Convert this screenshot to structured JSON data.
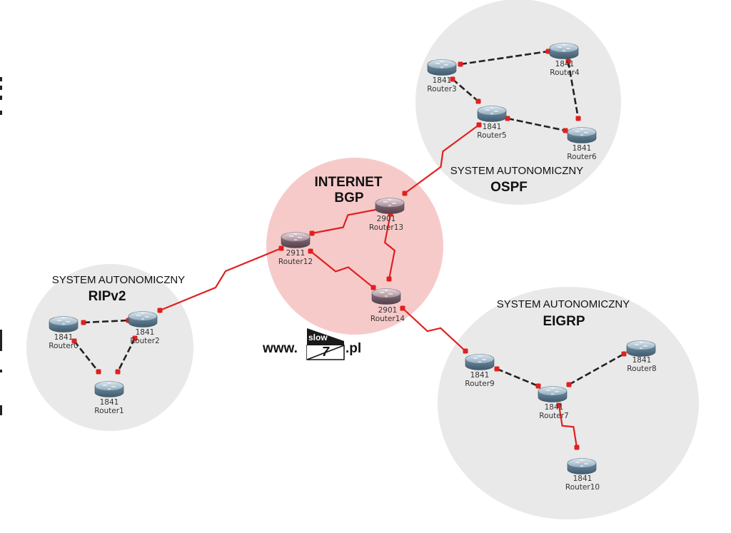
{
  "zones": {
    "ospf": {
      "title": "SYSTEM AUTONOMICZNY",
      "protocol": "OSPF"
    },
    "rip": {
      "title": "SYSTEM AUTONOMICZNY",
      "protocol": "RIPv2"
    },
    "eigrp": {
      "title": "SYSTEM AUTONOMICZNY",
      "protocol": "EIGRP"
    },
    "internet": {
      "title": "INTERNET",
      "protocol": "BGP"
    }
  },
  "routers": [
    {
      "id": "r0",
      "model": "1841",
      "name": "Router0"
    },
    {
      "id": "r1",
      "model": "1841",
      "name": "Router1"
    },
    {
      "id": "r2",
      "model": "1841",
      "name": "Router2"
    },
    {
      "id": "r3",
      "model": "1841",
      "name": "Router3"
    },
    {
      "id": "r4",
      "model": "1841",
      "name": "Router4"
    },
    {
      "id": "r5",
      "model": "1841",
      "name": "Router5"
    },
    {
      "id": "r6",
      "model": "1841",
      "name": "Router6"
    },
    {
      "id": "r7",
      "model": "1841",
      "name": "Router7"
    },
    {
      "id": "r8",
      "model": "1841",
      "name": "Router8"
    },
    {
      "id": "r9",
      "model": "1841",
      "name": "Router9"
    },
    {
      "id": "r10",
      "model": "1841",
      "name": "Router10"
    },
    {
      "id": "r12",
      "model": "2911",
      "name": "Router12"
    },
    {
      "id": "r13",
      "model": "2901",
      "name": "Router13"
    },
    {
      "id": "r14",
      "model": "2901",
      "name": "Router14"
    }
  ],
  "links": [
    {
      "from": "r0",
      "to": "r2",
      "medium": "ethernet"
    },
    {
      "from": "r0",
      "to": "r1",
      "medium": "ethernet"
    },
    {
      "from": "r2",
      "to": "r1",
      "medium": "ethernet"
    },
    {
      "from": "r2",
      "to": "r12",
      "medium": "serial"
    },
    {
      "from": "r12",
      "to": "r13",
      "medium": "serial"
    },
    {
      "from": "r12",
      "to": "r14",
      "medium": "serial"
    },
    {
      "from": "r13",
      "to": "r14",
      "medium": "serial"
    },
    {
      "from": "r13",
      "to": "r5",
      "medium": "serial"
    },
    {
      "from": "r14",
      "to": "r9",
      "medium": "serial"
    },
    {
      "from": "r3",
      "to": "r4",
      "medium": "ethernet"
    },
    {
      "from": "r3",
      "to": "r5",
      "medium": "ethernet"
    },
    {
      "from": "r4",
      "to": "r6",
      "medium": "ethernet"
    },
    {
      "from": "r5",
      "to": "r6",
      "medium": "ethernet"
    },
    {
      "from": "r9",
      "to": "r7",
      "medium": "ethernet"
    },
    {
      "from": "r7",
      "to": "r8",
      "medium": "ethernet"
    },
    {
      "from": "r7",
      "to": "r10",
      "medium": "serial"
    }
  ],
  "watermark": {
    "prefix": "www.",
    "logo_top": "slow",
    "logo_digit": "7",
    "suffix": ".pl"
  },
  "colors": {
    "background": "#ffffff",
    "zone_fill": "#e9e9e9",
    "internet_fill": "#f7caca",
    "serial_link": "#e02020",
    "ethernet_link": "#222222",
    "port": "#e02020"
  }
}
